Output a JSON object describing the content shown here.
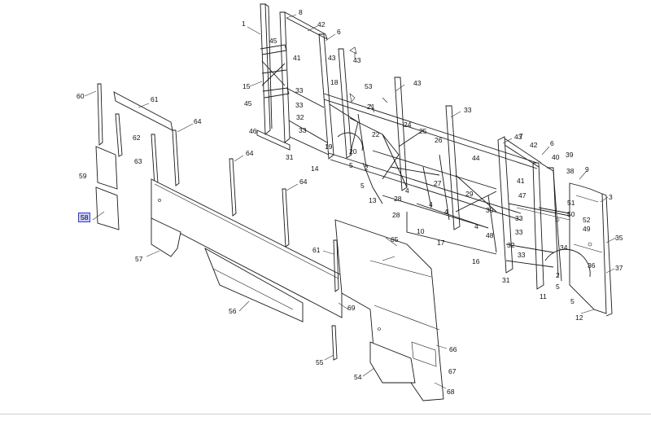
{
  "diagram": {
    "selected_callout": "58",
    "callouts": [
      "1",
      "8",
      "42",
      "6",
      "45",
      "41",
      "43",
      "43",
      "15",
      "18",
      "53",
      "33",
      "43",
      "45",
      "33",
      "21",
      "46",
      "32",
      "33",
      "33",
      "43",
      "22",
      "24",
      "25",
      "19",
      "20",
      "26",
      "44",
      "7",
      "42",
      "6",
      "31",
      "14",
      "5",
      "2",
      "39",
      "40",
      "38",
      "9",
      "41",
      "47",
      "51",
      "3",
      "5",
      "28",
      "27",
      "29",
      "4",
      "4",
      "13",
      "28",
      "4",
      "4",
      "10",
      "17",
      "48",
      "30",
      "16",
      "32",
      "33",
      "33",
      "49",
      "50",
      "52",
      "33",
      "35",
      "34",
      "36",
      "37",
      "31",
      "11",
      "2",
      "5",
      "5",
      "12",
      "60",
      "61",
      "62",
      "64",
      "64",
      "59",
      "63",
      "64",
      "58",
      "57",
      "61",
      "65",
      "56",
      "69",
      "55",
      "66",
      "54",
      "67",
      "68"
    ]
  }
}
